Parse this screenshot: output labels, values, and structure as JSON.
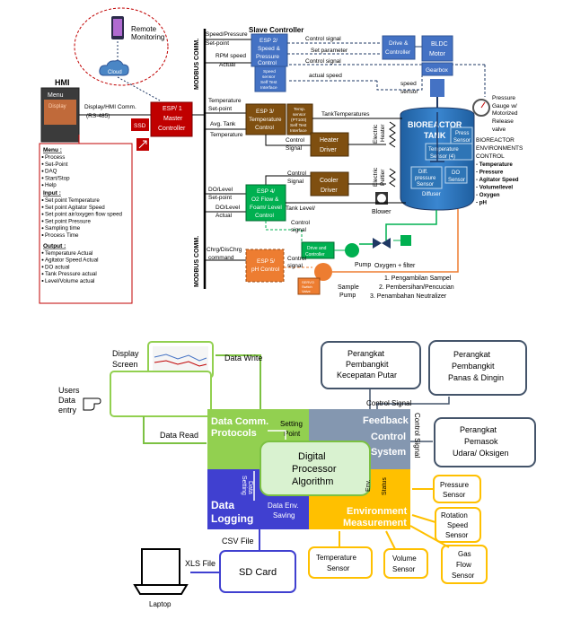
{
  "top": {
    "remote_monitoring": [
      "Remote",
      "Monitoring"
    ],
    "cloud": "Cloud",
    "hmi": "HMI",
    "hmi_menu": "Menu",
    "hmi_display": "Display",
    "display_comm": "Display/HMI Comm.",
    "display_comm_sub": "(RS-485)",
    "esp1": [
      "ESP/ 1",
      "Master",
      "Controller"
    ],
    "ssd": "SSD",
    "modbus_left": "MODBUS COMM.",
    "modbus_right": "MODBUS COMM.",
    "slave_controller": "Slave Controller",
    "esp2": [
      "ESP 2/",
      "Speed &",
      "Pressure",
      "Control"
    ],
    "esp2_sub": [
      "Speed",
      "sensor",
      "Self Test",
      "Interface"
    ],
    "speed_pressure_setpoint": [
      "Speed/Pressure",
      "Set-point"
    ],
    "rpm_speed_actual": [
      "RPM speed",
      "Actual"
    ],
    "control_signal_1": "Control signal",
    "set_parameter": "Set parameter",
    "control_signal_2": "Control signal",
    "actual_speed": "actual speed",
    "speed_sensor": [
      "speed",
      "sensor"
    ],
    "drive_controller": [
      "Drive &",
      "Controller"
    ],
    "bldc_motor": [
      "BLDC",
      "Motor"
    ],
    "gearbox": "Gearbox",
    "pressure_gauge": [
      "Pressure",
      "Gauge w/",
      "Motorized",
      "Release",
      "valve"
    ],
    "esp3": [
      "ESP 3/",
      "Temperature",
      "Control"
    ],
    "esp3_sub": [
      "Temp.",
      "sensor",
      "(PT100)",
      "Self Test",
      "Interface"
    ],
    "temp_setpoint": [
      "Temperature",
      "Set-point"
    ],
    "avg_tank_temp": [
      "Avg. Tank",
      "Temperature"
    ],
    "tank_temperatures": "TankTemperatures",
    "control_signal_heater": [
      "Control",
      "Signal"
    ],
    "heater_driver": [
      "Heater",
      "Driver"
    ],
    "electric_heater": [
      "Electric",
      "Heater"
    ],
    "bioreactor_tank": [
      "BIOREACTOR",
      "TANK"
    ],
    "press_sensor": [
      "Press",
      "Sensor"
    ],
    "temp_sensor": [
      "Temperature",
      "Sensor (4)"
    ],
    "diff_pressure": [
      "Diff.",
      "pressure",
      "Sensor"
    ],
    "do_sensor": [
      "DO",
      "Sensor"
    ],
    "diffuser": "Diffuser",
    "env_control": [
      "BIOREACTOR",
      "ENVIRONMENTS",
      "CONTROL"
    ],
    "env_items": [
      "- Temperature",
      "- Pressure",
      "- Agitator Speed",
      "- Volume/level",
      "- Oxygen",
      "- pH"
    ],
    "control_signal_cooler": [
      "Control",
      "Signal"
    ],
    "cooler_driver": [
      "Cooler",
      "Driver"
    ],
    "electric_peltier": [
      "Electric",
      "Peltier"
    ],
    "blower": "Blower",
    "esp4": [
      "ESP 4/",
      "O2 Flow &",
      "Foam/ Level",
      "Control"
    ],
    "do_level_setpoint": [
      "DO/Level",
      "Set-point"
    ],
    "do_level_actual": [
      "DO/Level",
      "Actual"
    ],
    "tank_level": "Tank Level/",
    "control_signal_pump": [
      "Control",
      "signal"
    ],
    "drive_controller_small": [
      "Drive and",
      "Controller"
    ],
    "pump": "Pump",
    "oxygen_filter": "Oxygen + filter",
    "esp5": [
      "ESP 5/",
      "pH Control"
    ],
    "chrg_command": [
      "Chrg/DisChrg",
      "command"
    ],
    "control_signal_5": [
      "Control",
      "signal"
    ],
    "servo_valve": [
      "SERVO",
      "Switch",
      "Valve"
    ],
    "sample_pump": [
      "Sample",
      "Pump"
    ],
    "sample_steps": [
      "1. Pengambilan Sampel",
      "2. Pembersihan/Pencucian",
      "3. Penambahan Neutralizer"
    ],
    "menu_title": "Menu :",
    "menu_items": [
      "Process",
      "Set-Point",
      "DAQ",
      "Start/Stop",
      "Help"
    ],
    "input_title": "Input :",
    "input_items": [
      "Set point Temperature",
      "Set point Agitator Speed",
      "Set point air/oxygen flow speed",
      "Set point Pressure",
      "Sampling time",
      "Process Time"
    ],
    "output_title": "Output :",
    "output_items": [
      "Temperature Actual",
      "Agitator Speed Actual",
      "DO actual",
      "Tank Pressure actual",
      "Level/Volume actual"
    ]
  },
  "bottom": {
    "display_screen": [
      "Display",
      "Screen"
    ],
    "users_data_entry": [
      "Users",
      "Data",
      "entry"
    ],
    "data_write": "Data Write",
    "data_read": "Data Read",
    "data_comm": [
      "Data Comm.",
      "Protocols"
    ],
    "setting_point": [
      "Setting",
      "Point"
    ],
    "data_setting": [
      "Data",
      "Setting"
    ],
    "digital_processor": [
      "Digital",
      "Processor",
      "Algorithm"
    ],
    "data_logging": [
      "Data",
      "Logging"
    ],
    "data_env_saving": [
      "Data Env.",
      "Saving"
    ],
    "feedback_control": [
      "Feedback",
      "Control",
      "System"
    ],
    "env_status": [
      "Env.",
      "Status"
    ],
    "env_measurement": [
      "Environment",
      "Measurement"
    ],
    "control_signal_h": "Control Signal",
    "control_signal_v": "Control Signal",
    "perangkat_1": [
      "Perangkat",
      "Pembangkit",
      "Kecepatan Putar"
    ],
    "perangkat_2": [
      "Perangkat",
      "Pembangkit",
      "Panas & Dingin"
    ],
    "perangkat_3": [
      "Perangkat",
      "Pemasok",
      "Udara/ Oksigen"
    ],
    "pressure_sensor": [
      "Pressure",
      "Sensor"
    ],
    "rotation_sensor": [
      "Rotation",
      "Speed",
      "Sensor"
    ],
    "gas_flow_sensor": [
      "Gas",
      "Flow",
      "Sensor"
    ],
    "temperature_sensor": [
      "Temperature",
      "Sensor"
    ],
    "volume_sensor": [
      "Volume",
      "Sensor"
    ],
    "csv_file": "CSV File",
    "xls_file": "XLS File",
    "sd_card": "SD Card",
    "laptop": "Laptop"
  },
  "colors": {
    "red": "#c00000",
    "brown": "#7f4f10",
    "blue_box": "#4472c4",
    "tank": "#2e75b6",
    "green": "#00b050",
    "orange": "#ed7d31",
    "light_green": "#92d050",
    "purple_blue": "#4040d0",
    "gold": "#ffc000",
    "gray_blue": "#8497b0",
    "dark_gray": "#44546a"
  }
}
